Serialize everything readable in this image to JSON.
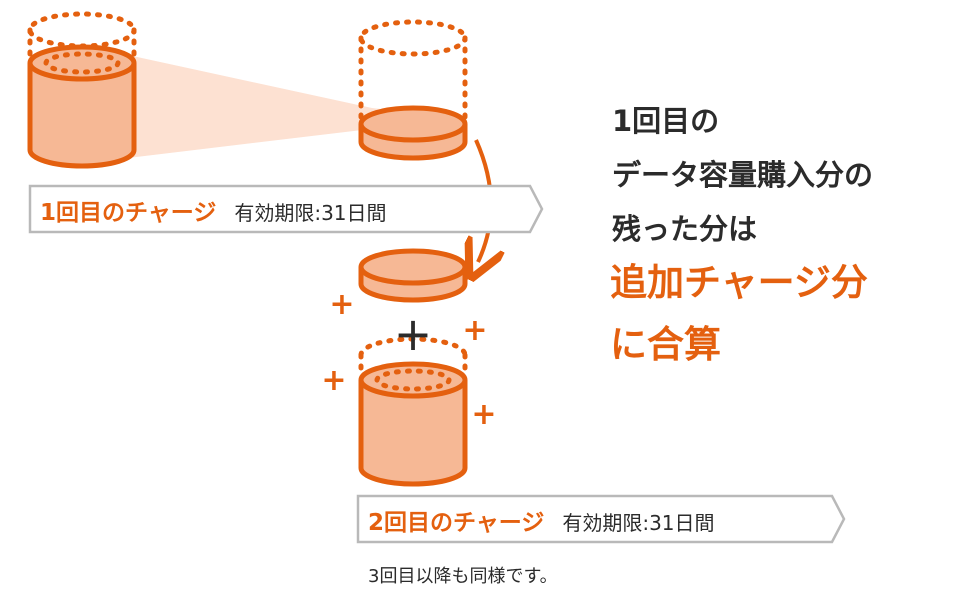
{
  "charge1": {
    "title": "1回目のチャージ",
    "validity": "有効期限:31日間"
  },
  "charge2": {
    "title": "2回目のチャージ",
    "validity": "有効期限:31日間"
  },
  "note": "3回目以降も同様です。",
  "explanation": {
    "lines": [
      "1回目の",
      "データ容量購入分の",
      "残った分は"
    ],
    "highlight": [
      "追加チャージ分",
      "に合算"
    ]
  },
  "plus_symbol": "+",
  "colors": {
    "accent": "#e4600f",
    "fill": "#f6b895",
    "fill_light": "#fde1d2",
    "tag_border": "#b9b9b9",
    "text": "#2b2b2b"
  }
}
